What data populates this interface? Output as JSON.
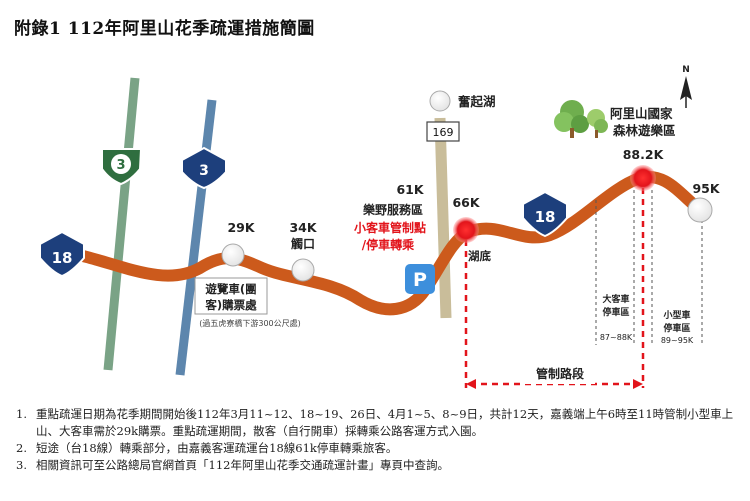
{
  "title": "附錄1  112年阿里山花季疏運措施簡圖",
  "compass": {
    "letter": "N",
    "icon": "north-arrow-icon"
  },
  "route_shields": {
    "hwy18_left": "18",
    "hwy18_right": "18",
    "hwy3_green": "3",
    "hwy3_blue": "3",
    "road169": "169"
  },
  "places": {
    "fenqihu": "奮起湖",
    "alishan_line1": "阿里山國家",
    "alishan_line2": "森林遊樂區",
    "hudi": "湖底"
  },
  "km_markers": {
    "k29": "29K",
    "k34": "34K",
    "k34_sub": "觸口",
    "k61": "61K",
    "k61_sub": "樂野服務區",
    "k66": "66K",
    "k88": "88.2K",
    "k95": "95K"
  },
  "control_point": {
    "line1": "小客車管制點",
    "line2": "/停車轉乘"
  },
  "parking_icon": "P",
  "tour_bus_box": {
    "line1": "遊覽車(團",
    "line2": "客)購票處",
    "sub": "(過五虎寮橋下游300公尺處)"
  },
  "parking_zones": {
    "large": {
      "line1": "大客車",
      "line2": "停車區",
      "range": "87~88K"
    },
    "small": {
      "line1": "小型車",
      "line2": "停車區",
      "range": "89~95K"
    }
  },
  "control_section": "管制路段",
  "colors": {
    "road": "#cc5a1c",
    "hwy3_green": "#7aa386",
    "hwy3_blue": "#5d86ad",
    "road169": "#c9bd9a",
    "red": "#e2141b",
    "shield": "#1d3f7c",
    "parking": "#3d8fdc"
  },
  "notes": [
    {
      "num": "1.",
      "text": "重點疏運日期為花季期間開始後112年3月11~12、18~19、26日、4月1~5、8~9日，共計12天，嘉義端上午6時至11時管制小型車上山、大客車需於29k購票。重點疏運期間，散客（自行開車）採轉乘公路客運方式入園。"
    },
    {
      "num": "2.",
      "text": "短途（台18線）轉乘部分，由嘉義客運疏運台18線61k停車轉乘旅客。"
    },
    {
      "num": "3.",
      "text": "相關資訊可至公路總局官網首頁「112年阿里山花季交通疏運計畫」專頁中查詢。"
    }
  ]
}
